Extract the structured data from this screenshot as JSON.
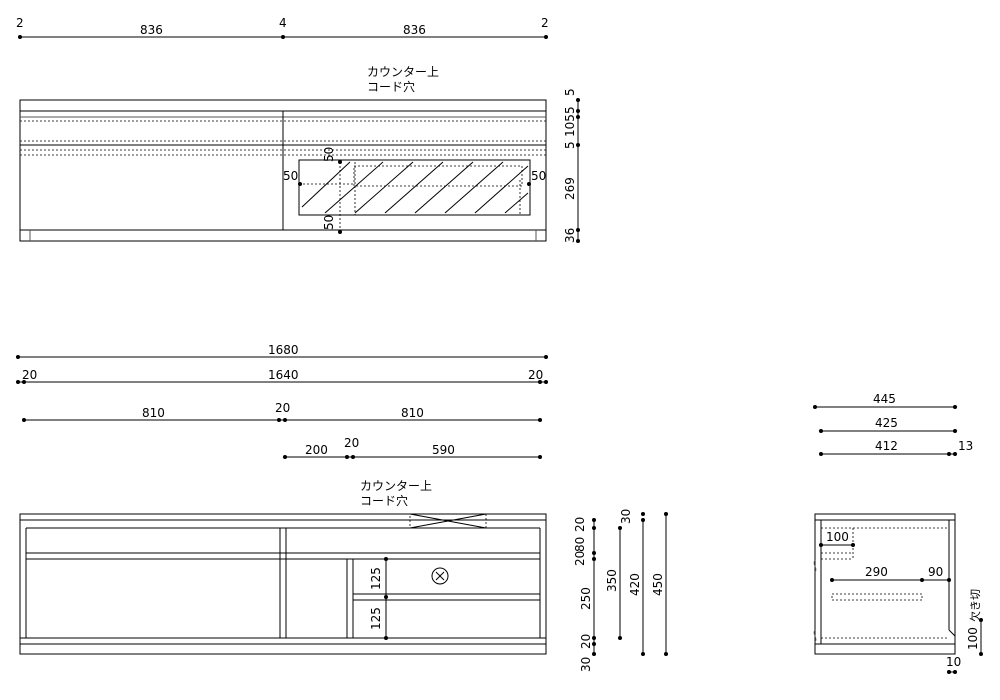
{
  "front": {
    "dims_top": [
      "2",
      "836",
      "4",
      "836",
      "2"
    ],
    "note_line1": "カウンター上",
    "note_line2": "コード穴",
    "dims_right": [
      "5",
      "5",
      "105",
      "5",
      "269",
      "36"
    ],
    "hole_dims": {
      "top": "50",
      "bottom": "50",
      "left": "50",
      "right": "50"
    }
  },
  "plan": {
    "total": "1680",
    "inner": "1640",
    "side_left": "20",
    "side_right": "20",
    "bay_left": "810",
    "mid": "20",
    "bay_right": "810",
    "sub_a": "200",
    "sub_gap": "20",
    "sub_b": "590"
  },
  "back": {
    "note_line1": "カウンター上",
    "note_line2": "コード穴",
    "left_chain": [
      "20",
      "80",
      "20",
      "250",
      "20",
      "30"
    ],
    "inner_125_top": "125",
    "inner_125_bottom": "125",
    "d_30": "30",
    "d_350": "350",
    "d_420": "420",
    "d_450": "450"
  },
  "side": {
    "d445": "445",
    "d425": "425",
    "d412": "412",
    "d13": "13",
    "d100_top": "100",
    "d290": "290",
    "d90": "90",
    "d100_bottom": "100",
    "d10": "10",
    "cutout": "欠き切"
  }
}
